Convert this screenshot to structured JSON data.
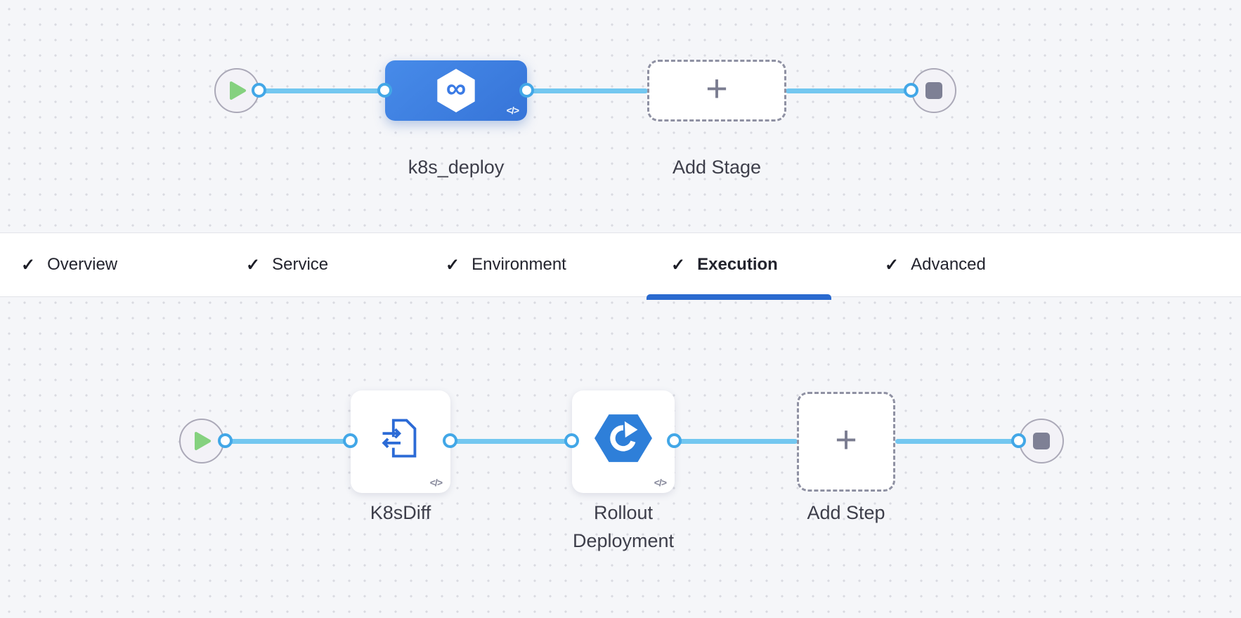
{
  "icons": {
    "infinity_glyph": "∞",
    "plus_glyph": "+",
    "check_glyph": "✓",
    "code_glyph": "</>"
  },
  "stage_canvas": {
    "stage_name": "k8s_deploy",
    "add_stage_label": "Add Stage"
  },
  "tab_bar": {
    "tabs": [
      {
        "label": "Overview",
        "active": false
      },
      {
        "label": "Service",
        "active": false
      },
      {
        "label": "Environment",
        "active": false
      },
      {
        "label": "Execution",
        "active": true
      },
      {
        "label": "Advanced",
        "active": false
      }
    ]
  },
  "execution_canvas": {
    "step1_name": "K8sDiff",
    "step2_name": "Rollout Deployment",
    "add_step_label": "Add Step"
  },
  "colors": {
    "canvas_bg": "#F5F6F9",
    "canvas_dot": "#D9DAE1",
    "connector_line": "#73C7F0",
    "port_ring": "#42A7E7",
    "stage_node_blue": "#3D7EE0",
    "active_tab_underline": "#2A6ACF",
    "play_green": "#85D17F",
    "stop_gray": "#7E8095",
    "step_icon_blue": "#2C6BD6"
  }
}
